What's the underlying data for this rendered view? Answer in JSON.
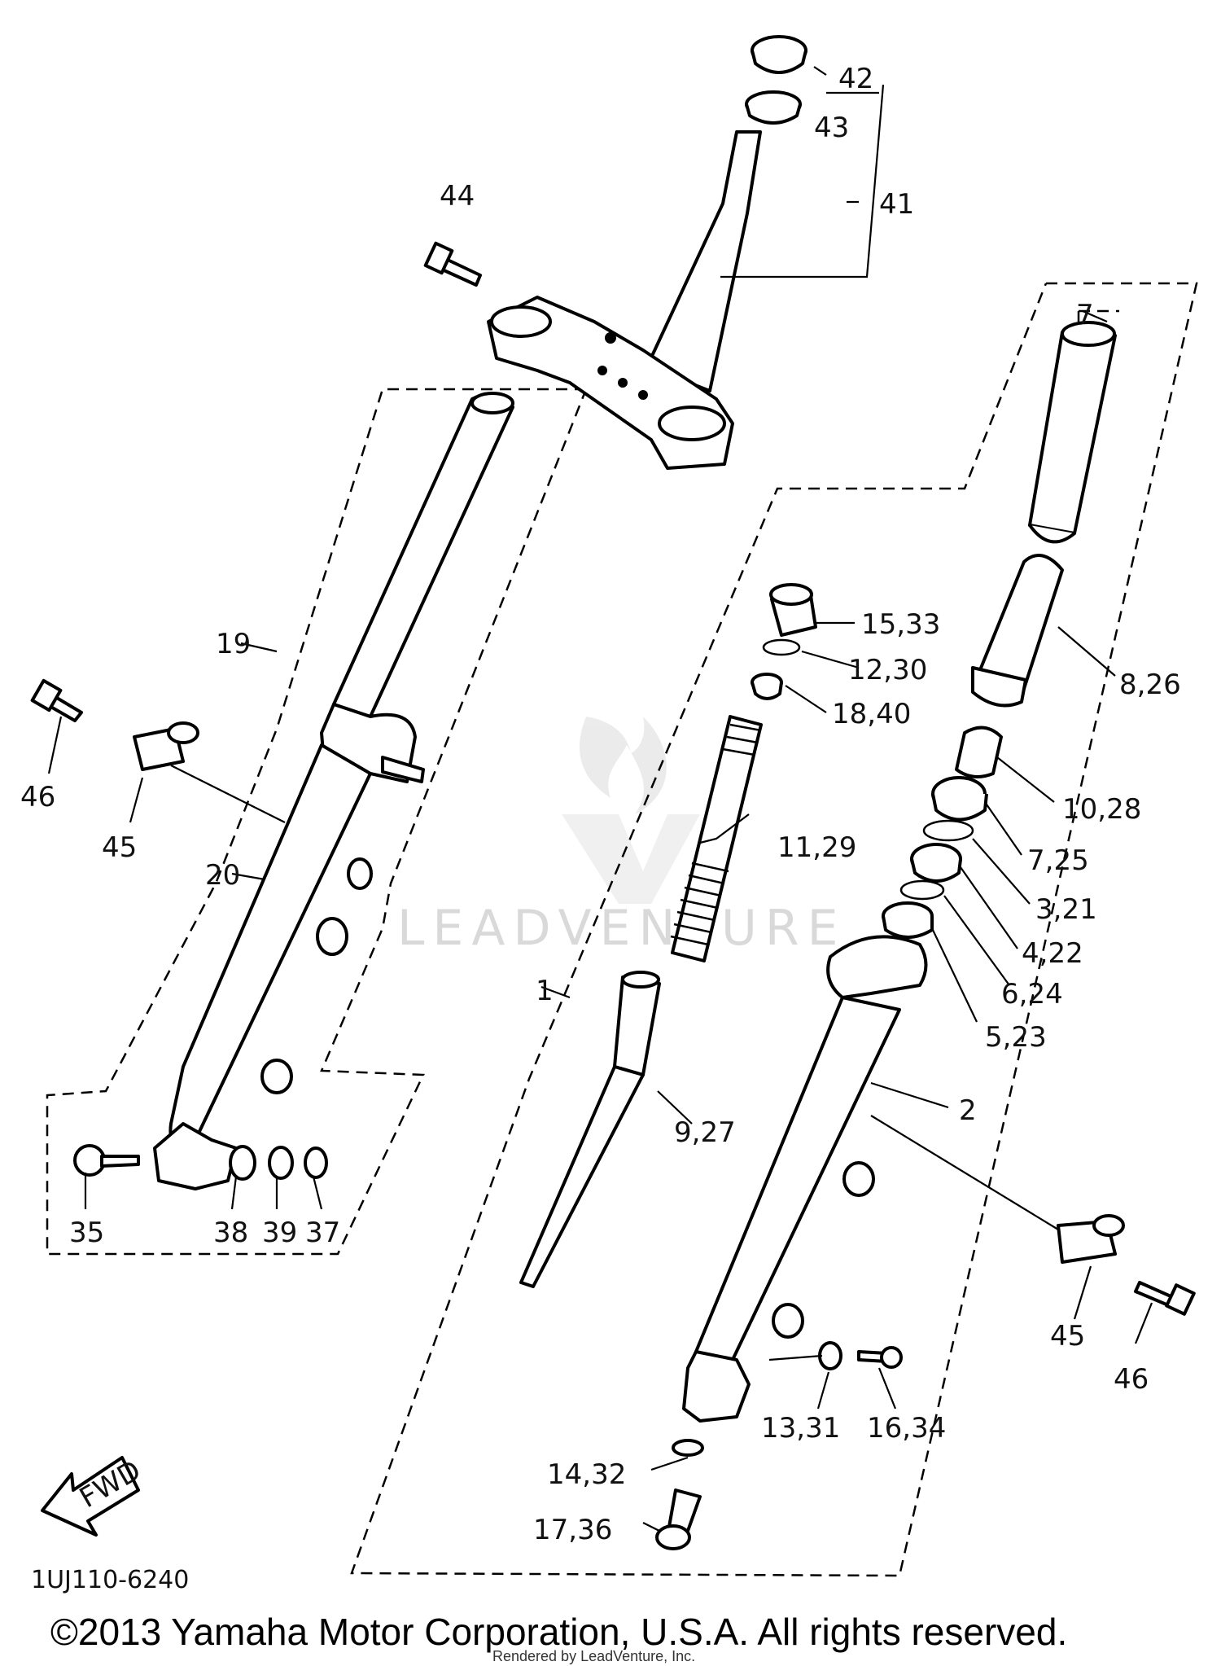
{
  "diagram_code": "1UJ110-6240",
  "copyright": "©2013 Yamaha Motor Corporation, U.S.A. All rights reserved.",
  "rendered_by": "Rendered by LeadVenture, Inc.",
  "watermark": "LEADVENTURE",
  "fwd_label": "FWD",
  "callouts": {
    "c42": "42",
    "c43": "43",
    "c41": "41",
    "c44": "44",
    "c19": "19",
    "c46a": "46",
    "c45a": "45",
    "c20": "20",
    "c35": "35",
    "c38": "38",
    "c39": "39",
    "c37": "37",
    "c15_33": "15,33",
    "c12_30": "12,30",
    "c18_40": "18,40",
    "c11_29": "11,29",
    "c1": "1",
    "c9_27": "9,27",
    "c8_26": "8,26",
    "c10_28": "10,28",
    "c7_25": "7,25",
    "c3_21": "3,21",
    "c4_22": "4,22",
    "c6_24": "6,24",
    "c5_23": "5,23",
    "c2": "2",
    "c45b": "45",
    "c46b": "46",
    "c13_31": "13,31",
    "c16_34": "16,34",
    "c14_32": "14,32",
    "c17_36": "17,36",
    "c7top": "7"
  }
}
